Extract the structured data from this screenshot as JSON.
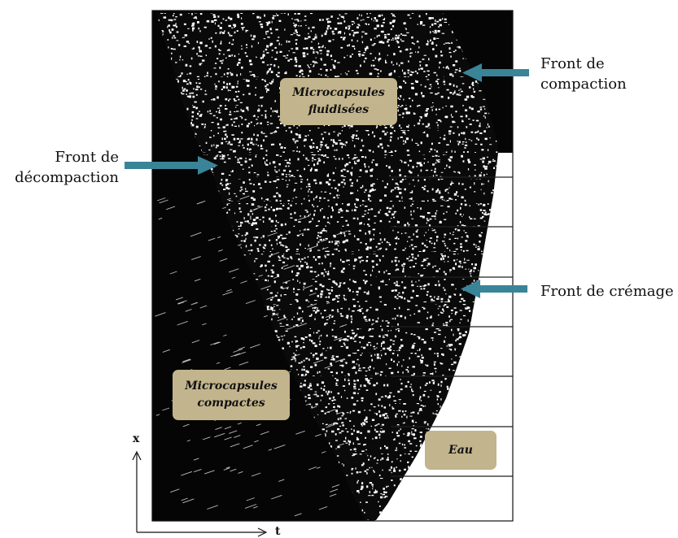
{
  "labels": {
    "compaction": [
      "Front de",
      "compaction"
    ],
    "decompaction": [
      "Front de",
      "décompaction"
    ],
    "cremage": "Front de crémage"
  },
  "boxes": {
    "fluidisees": [
      "Microcapsules",
      "fluidisées"
    ],
    "compactes": [
      "Microcapsules",
      "compactes"
    ],
    "eau": "Eau"
  },
  "axes": {
    "x": "x",
    "t": "t"
  },
  "colors": {
    "arrow": "#3a8498",
    "box": "#c2b48c",
    "image_dark": "#050505",
    "particles": "#ffffff"
  }
}
